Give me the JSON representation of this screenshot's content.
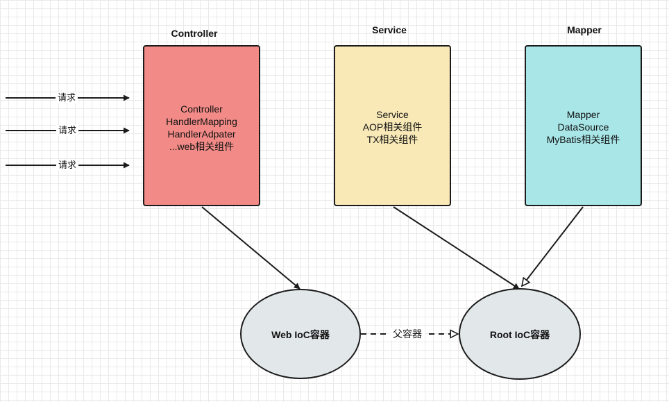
{
  "columns": [
    {
      "title": "Controller",
      "lines": [
        "Controller",
        "HandlerMapping",
        "HandlerAdpater",
        "...web相关组件"
      ]
    },
    {
      "title": "Service",
      "lines": [
        "Service",
        "AOP相关组件",
        "TX相关组件"
      ]
    },
    {
      "title": "Mapper",
      "lines": [
        "Mapper",
        "DataSource",
        "MyBatis相关组件"
      ]
    }
  ],
  "requests": [
    "请求",
    "请求",
    "请求"
  ],
  "containers": {
    "web": "Web IoC容器",
    "root": "Root IoC容器"
  },
  "parent_edge_label": "父容器",
  "colors": {
    "controller_fill": "#f28b87",
    "service_fill": "#f8e9b7",
    "mapper_fill": "#a8e6e8",
    "ellipse_fill": "#e2e7ea",
    "stroke": "#1b1b1b"
  }
}
